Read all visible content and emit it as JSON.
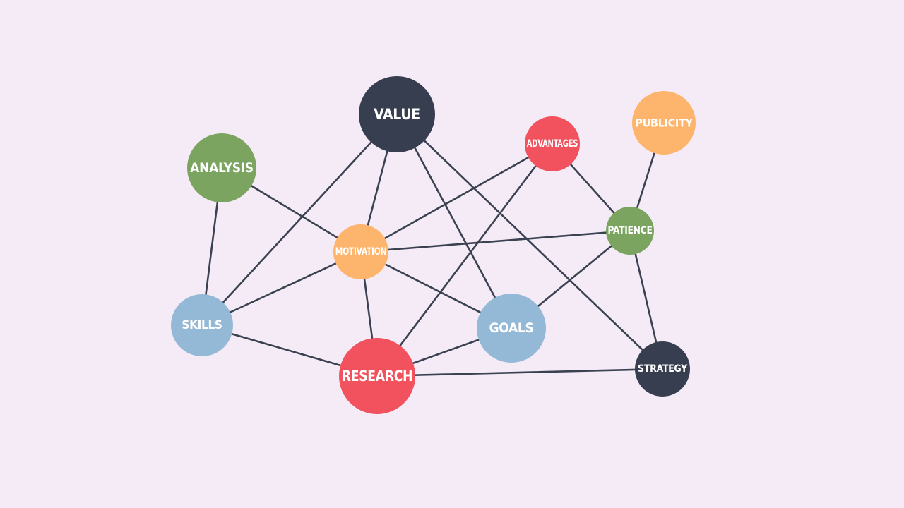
{
  "colors": {
    "background": "#f5ebf7",
    "edge": "#3a4150",
    "dark": "#363e4f",
    "green": "#7aa45f",
    "red": "#f2525d",
    "orange": "#fdb46c",
    "blue": "#94b9d6"
  },
  "nodes": [
    {
      "id": "value",
      "label": "VALUE",
      "color": "dark"
    },
    {
      "id": "analysis",
      "label": "ANALYSIS",
      "color": "green"
    },
    {
      "id": "advantages",
      "label": "ADVANTAGES",
      "color": "red"
    },
    {
      "id": "publicity",
      "label": "PUBLICITY",
      "color": "orange"
    },
    {
      "id": "motivation",
      "label": "MOTIVATION",
      "color": "orange"
    },
    {
      "id": "patience",
      "label": "PATIENCE",
      "color": "green"
    },
    {
      "id": "skills",
      "label": "SKILLS",
      "color": "blue"
    },
    {
      "id": "goals",
      "label": "GOALS",
      "color": "blue"
    },
    {
      "id": "research",
      "label": "RESEARCH",
      "color": "red"
    },
    {
      "id": "strategy",
      "label": "STRATEGY",
      "color": "dark"
    }
  ],
  "edges": [
    [
      "value",
      "skills"
    ],
    [
      "value",
      "motivation"
    ],
    [
      "value",
      "goals"
    ],
    [
      "value",
      "strategy"
    ],
    [
      "analysis",
      "motivation"
    ],
    [
      "analysis",
      "skills"
    ],
    [
      "advantages",
      "motivation"
    ],
    [
      "advantages",
      "research"
    ],
    [
      "advantages",
      "patience"
    ],
    [
      "publicity",
      "patience"
    ],
    [
      "motivation",
      "patience"
    ],
    [
      "motivation",
      "skills"
    ],
    [
      "motivation",
      "research"
    ],
    [
      "motivation",
      "goals"
    ],
    [
      "patience",
      "goals"
    ],
    [
      "patience",
      "strategy"
    ],
    [
      "skills",
      "research"
    ],
    [
      "research",
      "goals"
    ],
    [
      "research",
      "strategy"
    ]
  ]
}
